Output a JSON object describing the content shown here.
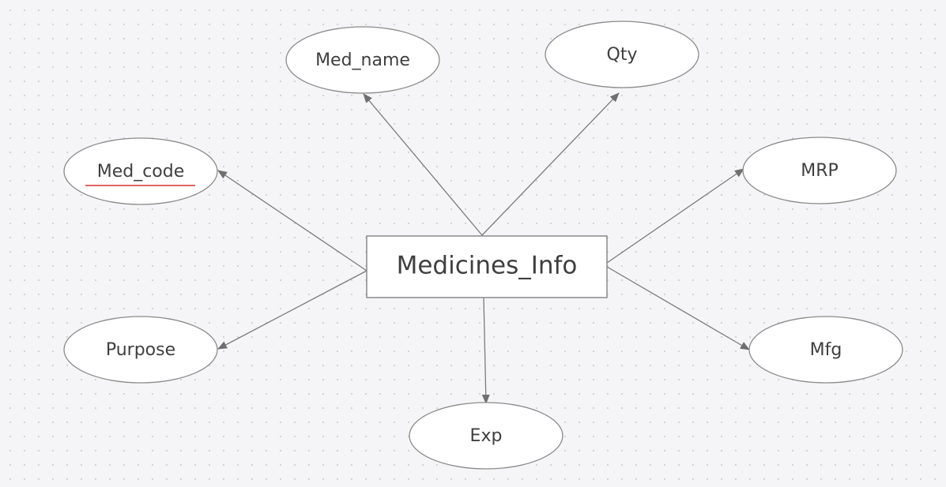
{
  "entity": {
    "name": "Medicines_Info"
  },
  "attributes": {
    "med_name": "Med_name",
    "qty": "Qty",
    "med_code": "Med_code",
    "mrp": "MRP",
    "purpose": "Purpose",
    "mfg": "Mfg",
    "exp": "Exp"
  },
  "primary_key": "med_code",
  "colors": {
    "background": "#f5f5f7",
    "stroke": "#8a8a8a",
    "text": "#3f3f3f",
    "key_underline": "#d0312d"
  }
}
